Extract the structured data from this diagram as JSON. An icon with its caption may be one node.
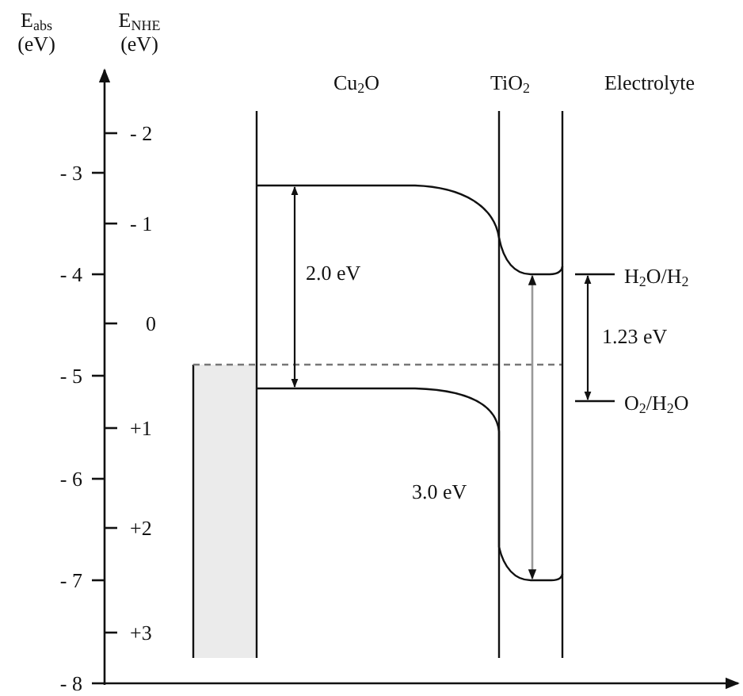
{
  "diagram": {
    "labels": [
      "E$_{abs}$ (eV)",
      "E$_{NHE}$ (eV)",
      "Cu$_{2}$O",
      "TiO$_{2}$",
      "Electrolyte",
      "- 2",
      "- 3",
      "- 1",
      "- 4",
      "2.0 eV",
      "H$_{2}$O/H$_{2}$",
      "0",
      "1.23 eV",
      "- 5",
      "O$_{2}$/H$_{2}$O",
      "+1",
      "- 6",
      "3.0 eV",
      "+2",
      "- 7",
      "+3",
      "- 8"
    ]
  }
}
